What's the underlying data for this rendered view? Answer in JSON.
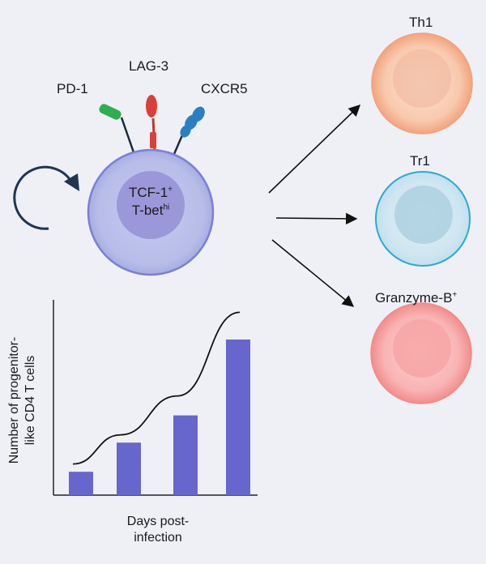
{
  "receptors": {
    "pd1": "PD-1",
    "lag3": "LAG-3",
    "cxcr5": "CXCR5"
  },
  "progenitor": {
    "line1_base": "TCF-1",
    "line1_sup": "+",
    "line2_base": "T-bet",
    "line2_sup": "hi"
  },
  "fates": {
    "th1": "Th1",
    "tr1": "Tr1",
    "gzmb_base": "Granzyme-B",
    "gzmb_sup": "+"
  },
  "chart_data": {
    "type": "bar",
    "categories": [
      "",
      "",
      "",
      ""
    ],
    "values": [
      1.2,
      2.7,
      4.1,
      8.0
    ],
    "trend_line": [
      1.6,
      3.1,
      5.1,
      9.4
    ],
    "xlabel": "Days post-\ninfection",
    "ylabel": "Number of progenitor-\nlike CD4 T cells",
    "ylim": [
      0,
      10
    ],
    "grid": false,
    "bar_color": "#6666cc"
  },
  "colors": {
    "background": "#eef0f5",
    "progenitor_cell": "#b7bde8",
    "progenitor_nucleus": "#9a98d9",
    "th1": "#f5b08c",
    "tr1": "#5ab8d8",
    "granzyme_b": "#f28c8c",
    "pd1_receptor": "#2fae4f",
    "lag3_receptor": "#d9403a",
    "cxcr5_receptor": "#2a7fc2",
    "self_renewal_arrow": "#1f3552"
  }
}
